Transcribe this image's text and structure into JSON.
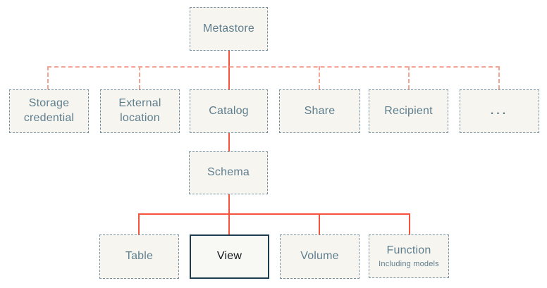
{
  "diagram": {
    "type": "hierarchy-tree",
    "nodes": {
      "metastore": {
        "label": "Metastore"
      },
      "storage_credential": {
        "label": "Storage credential"
      },
      "external_location": {
        "label": "External location"
      },
      "catalog": {
        "label": "Catalog"
      },
      "share": {
        "label": "Share"
      },
      "recipient": {
        "label": "Recipient"
      },
      "ellipsis": {
        "label": "..."
      },
      "schema": {
        "label": "Schema"
      },
      "table": {
        "label": "Table"
      },
      "view": {
        "label": "View",
        "highlighted": true
      },
      "volume": {
        "label": "Volume"
      },
      "function": {
        "label": "Function",
        "sublabel": "Including models"
      }
    },
    "edges": {
      "metastore_children_style": "dotted-orange",
      "catalog_branch_style": "solid-orange",
      "schema_children_style": "solid-orange"
    },
    "colors": {
      "background": "#ffffff",
      "node_fill": "#f7f5ef",
      "node_border": "#76909f",
      "node_text": "#5e7e8e",
      "highlight_fill": "#f8f8f5",
      "highlight_border": "#1e3d4d",
      "highlight_text": "#14181b",
      "line_solid": "#f6523c",
      "line_dotted": "#f4a493"
    }
  }
}
